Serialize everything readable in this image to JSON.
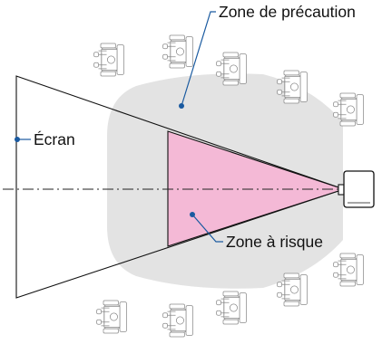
{
  "labels": {
    "caution_zone": "Zone de précaution",
    "screen": "Écran",
    "risk_zone": "Zone à risque"
  },
  "colors": {
    "caution_fill": "#e3e3e3",
    "risk_fill": "#f4b9d6",
    "leader": "#1a5aa0",
    "outline": "#111111",
    "chair": "#8a8a8a"
  },
  "icons": {
    "chair": "chair-icon",
    "projector": "projector-icon"
  }
}
